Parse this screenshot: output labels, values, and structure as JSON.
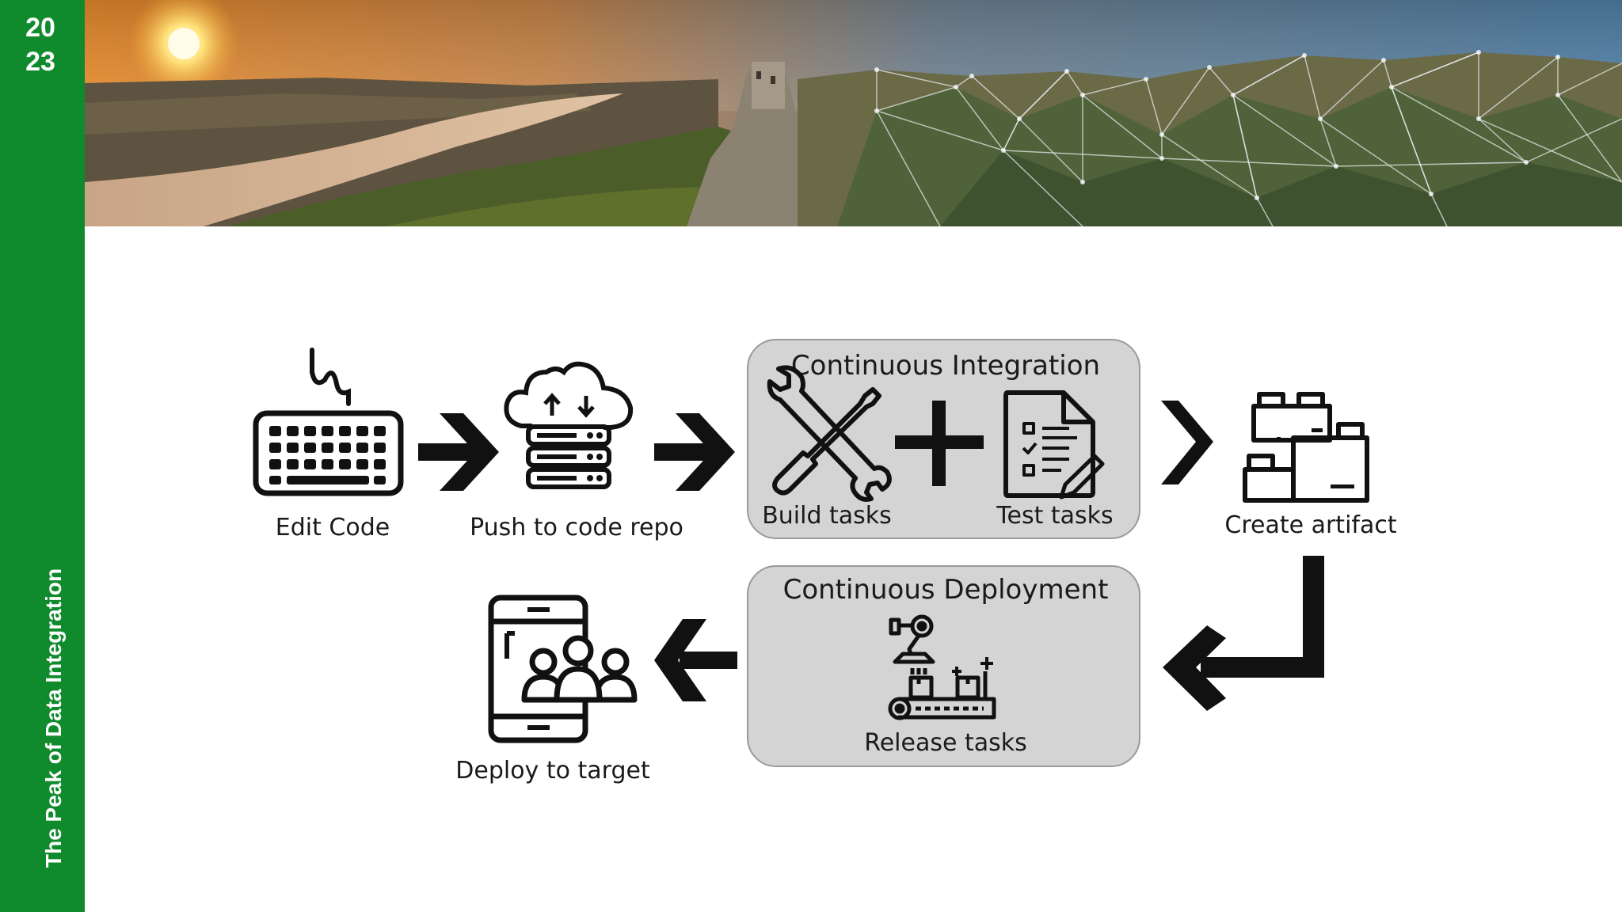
{
  "sidebar": {
    "year_line1": "20",
    "year_line2": "23",
    "tagline": "The Peak of Data Integration"
  },
  "diagram": {
    "steps": {
      "edit_code": "Edit Code",
      "push_repo": "Push to code repo",
      "create_artifact": "Create artifact",
      "deploy_target": "Deploy to target"
    },
    "ci": {
      "title": "Continuous Integration",
      "build": "Build tasks",
      "test": "Test tasks"
    },
    "cd": {
      "title": "Continuous Deployment",
      "release": "Release tasks"
    }
  },
  "colors": {
    "sidebar_green": "#0f8a2c",
    "panel_fill": "#d4d4d4",
    "panel_border": "#9a9a9a",
    "icon": "#111111"
  },
  "icons": [
    "keyboard-icon",
    "cloud-server-icon",
    "arrow-right-icon",
    "tools-icon",
    "plus-icon",
    "checklist-icon",
    "chevron-right-icon",
    "blocks-icon",
    "return-arrow-icon",
    "robot-arm-conveyor-icon",
    "arrow-left-icon",
    "phone-users-icon"
  ]
}
